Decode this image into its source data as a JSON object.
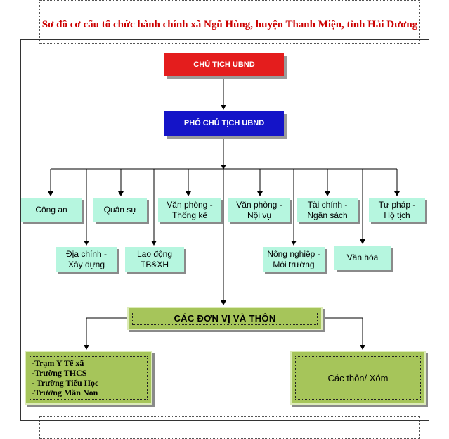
{
  "title": "Sơ đồ cơ cấu tổ chức hành chính xã Ngũ Hùng, huyện Thanh Miện, tỉnh Hải Dương",
  "chairman": "CHỦ TỊCH UBND",
  "vice_chairman": "PHÓ CHỦ TỊCH UBND",
  "departments": {
    "cong_an": "Công an",
    "quan_su": "Quân sự",
    "van_phong_thong_ke": "Văn phòng -\nThống kê",
    "van_phong_noi_vu": "Văn phòng -\nNội vụ",
    "tai_chinh": "Tài chính -\nNgân sách",
    "tu_phap": "Tư pháp -\nHộ tịch",
    "dia_chinh": "Địa chính -\nXây dựng",
    "lao_dong": "Lao động\nTB&XH",
    "nong_nghiep": "Nông nghiệp -\nMôi trường",
    "van_hoa": "Văn hóa"
  },
  "units_header": "CÁC ĐƠN VỊ VÀ THÔN",
  "units_left": "-Trạm Y Tế xã\n-Trường THCS\n- Trường Tiểu Học\n-Trường Mần Non",
  "units_right": "Các thôn/ Xóm",
  "colors": {
    "title": "#cc0000",
    "chairman": "#e41d1d",
    "vice": "#1414c8",
    "dept": "#b6f6df",
    "units": "#a6c55a"
  }
}
